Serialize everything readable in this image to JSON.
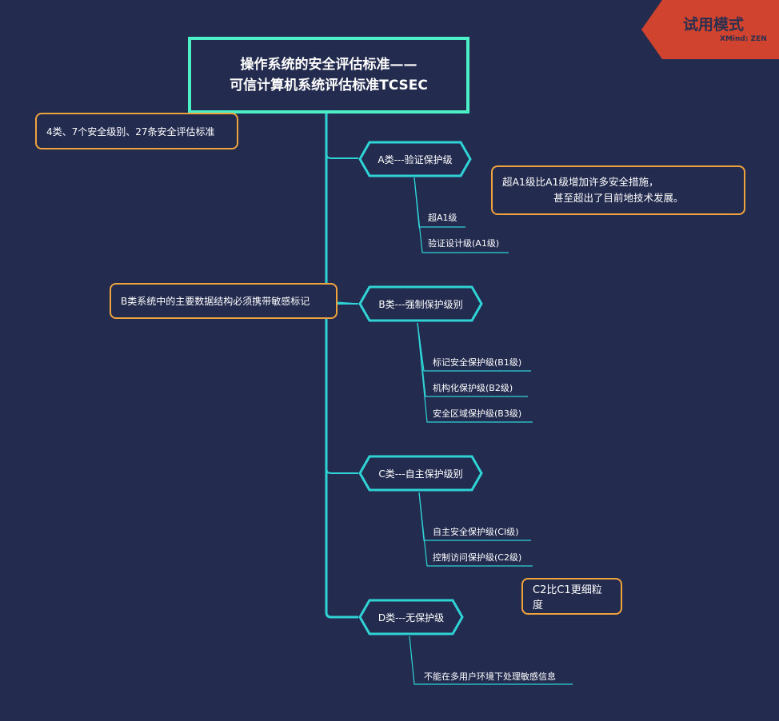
{
  "root": {
    "line1": "操作系统的安全评估标准——",
    "line2": "可信计算机系统评估标准TCSEC"
  },
  "badge": {
    "title": "试用模式",
    "brand": "XMind: ZEN"
  },
  "categories": [
    {
      "label": "A类---验证保护级",
      "children": [
        "超A1级",
        "验证设计级(A1级)"
      ]
    },
    {
      "label": "B类---强制保护级别",
      "children": [
        "标记安全保护级(B1级)",
        "机构化保护级(B2级)",
        "安全区域保护级(B3级)"
      ]
    },
    {
      "label": "C类---自主保护级别",
      "children": [
        "自主安全保护级(CI级)",
        "控制访问保护级(C2级)"
      ]
    },
    {
      "label": "D类---无保护级",
      "children": [
        "不能在多用户环境下处理敏感信息"
      ]
    }
  ],
  "notes": {
    "overview": "4类、7个安全级别、27条安全评估标准",
    "a_note_line1": "超A1级比A1级增加许多安全措施，",
    "a_note_line2": "甚至超出了目前地技术发展。",
    "b_note": "B类系统中的主要数据结构必须携带敏感标记",
    "c_note": "C2比C1更细粒度"
  },
  "colors": {
    "background": "#232b4f",
    "root_border": "#4cf0c6",
    "branch_line": "#2fd3d6",
    "note_border": "#f0a33c",
    "badge": "#d0432f"
  }
}
